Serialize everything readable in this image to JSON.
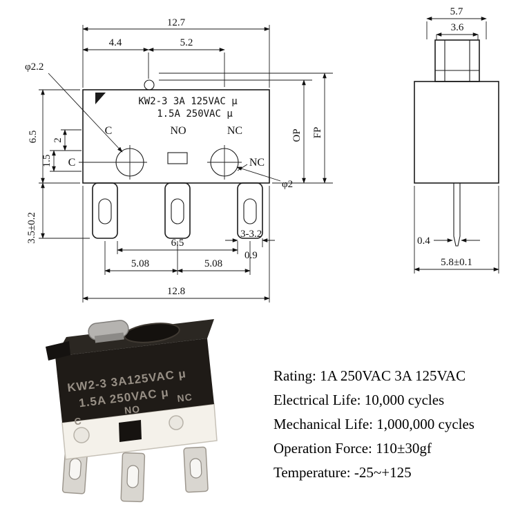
{
  "front_view": {
    "title_line1": "KW2-3  3A 125VAC μ",
    "title_line2": "1.5A 250VAC μ",
    "label_c": "C",
    "label_no": "NO",
    "label_nc": "NC",
    "label_c_outer": "C",
    "label_nc_outer": "NC",
    "dim_top_width": "12.7",
    "dim_left": "4.4",
    "dim_right": "5.2",
    "dim_lever_hole": "φ2.2",
    "dim_height": "6.5",
    "dim_2": "2",
    "dim_1_5": "1.5",
    "dim_base_height": "3.5±0.2",
    "dim_terminal_span": "6.5",
    "dim_pitch_left": "5.08",
    "dim_pitch_right": "5.08",
    "dim_total_width": "12.8",
    "dim_hole": "φ2",
    "dim_terminal": "3-3.2",
    "dim_terminal_thickness": "0.9",
    "dim_op": "OP",
    "dim_fp": "FP"
  },
  "side_view": {
    "dim_top_width": "5.7",
    "dim_button_width": "3.6",
    "dim_pin_width": "0.4",
    "dim_total_width": "5.8±0.1"
  },
  "photo": {
    "print_line1": "KW2-3 3A125VAC μ",
    "print_line2": "1.5A 250VAC μ",
    "label_c": "C",
    "label_no": "NO",
    "label_nc": "NC"
  },
  "specs": {
    "lines": [
      "Rating: 1A 250VAC 3A 125VAC",
      "Electrical Life: 10,000 cycles",
      "Mechanical Life: 1,000,000 cycles",
      "Operation Force: 110±30gf",
      "Temperature: -25~+125"
    ]
  }
}
